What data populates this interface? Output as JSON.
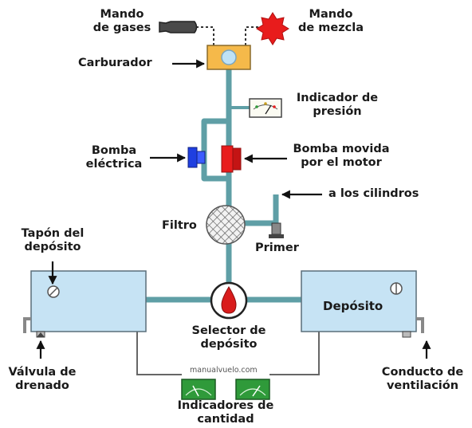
{
  "labels": {
    "mando_gases": [
      "Mando",
      "de gases"
    ],
    "mando_mezcla": [
      "Mando",
      "de mezcla"
    ],
    "carburador": "Carburador",
    "indicador_presion": [
      "Indicador de",
      "presión"
    ],
    "bomba_electrica": [
      "Bomba",
      "eléctrica"
    ],
    "bomba_motor": [
      "Bomba movida",
      "por el motor"
    ],
    "a_cilindros": "a los cilindros",
    "filtro": "Filtro",
    "primer": "Primer",
    "tapon": [
      "Tapón del",
      "depósito"
    ],
    "deposito": "Depósito",
    "selector": [
      "Selector de",
      "depósito"
    ],
    "valvula": [
      "Válvula de",
      "drenado"
    ],
    "conducto": [
      "Conducto de",
      "ventilación"
    ],
    "indicadores": [
      "Indicadores de",
      "cantidad"
    ],
    "watermark": "manualvuelo.com"
  },
  "colors": {
    "pipe": "#5f9fa6",
    "tank": "#c6e3f4",
    "carburetor": "#f5b94a",
    "electric_pump": "#1f3fe0",
    "engine_pump": "#e81c1c",
    "mixture_knob": "#e81c1c",
    "throttle_knob": "#4a4a4a",
    "gauge_green": "#2f9a3a",
    "selector_drop": "#d91c1c"
  },
  "icons": {
    "throttle": "throttle-knob-icon",
    "mixture": "mixture-knob-icon",
    "filter": "filter-mesh-icon",
    "selector": "fuel-drop-icon",
    "gauge": "fuel-gauge-icon",
    "arrow": "pointer-arrow-icon"
  }
}
